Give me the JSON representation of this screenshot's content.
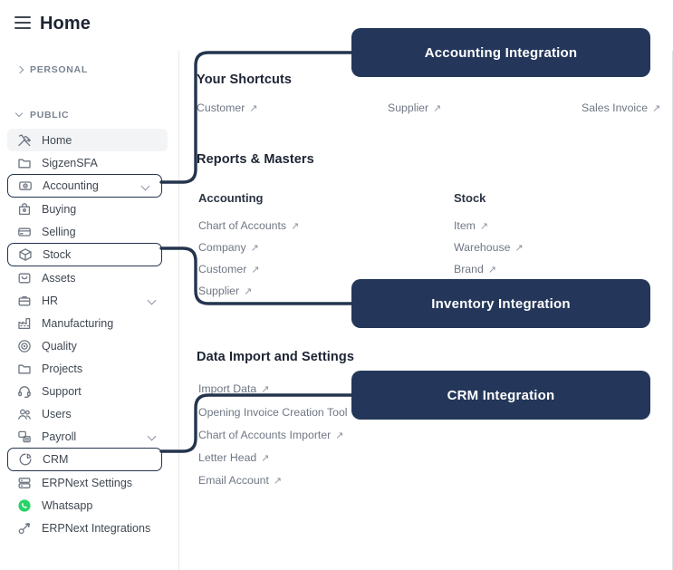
{
  "header": {
    "title": "Home",
    "menu_icon": "hamburger-icon"
  },
  "sidebar": {
    "groups": [
      {
        "label": "PERSONAL",
        "collapsed": true
      },
      {
        "label": "PUBLIC",
        "collapsed": false
      }
    ],
    "items": [
      {
        "label": "Home",
        "icon": "tools-icon",
        "state": "active"
      },
      {
        "label": "SigzenSFA",
        "icon": "folder-icon",
        "state": "normal"
      },
      {
        "label": "Accounting",
        "icon": "cash-icon",
        "state": "outlined",
        "caret": true
      },
      {
        "label": "Buying",
        "icon": "bag-icon",
        "state": "normal"
      },
      {
        "label": "Selling",
        "icon": "card-icon",
        "state": "normal"
      },
      {
        "label": "Stock",
        "icon": "box-icon",
        "state": "outlined"
      },
      {
        "label": "Assets",
        "icon": "asset-icon",
        "state": "normal"
      },
      {
        "label": "HR",
        "icon": "briefcase-icon",
        "state": "normal",
        "caret": true
      },
      {
        "label": "Manufacturing",
        "icon": "factory-icon",
        "state": "normal"
      },
      {
        "label": "Quality",
        "icon": "target-icon",
        "state": "normal"
      },
      {
        "label": "Projects",
        "icon": "folder-icon",
        "state": "normal"
      },
      {
        "label": "Support",
        "icon": "headset-icon",
        "state": "normal"
      },
      {
        "label": "Users",
        "icon": "users-icon",
        "state": "normal"
      },
      {
        "label": "Payroll",
        "icon": "payroll-icon",
        "state": "normal",
        "caret": true
      },
      {
        "label": "CRM",
        "icon": "pie-icon",
        "state": "outlined"
      },
      {
        "label": "ERPNext Settings",
        "icon": "server-icon",
        "state": "normal"
      },
      {
        "label": "Whatsapp",
        "icon": "whatsapp-icon",
        "state": "normal"
      },
      {
        "label": "ERPNext Integrations",
        "icon": "integration-icon",
        "state": "normal"
      }
    ]
  },
  "main": {
    "shortcuts": {
      "title": "Your Shortcuts",
      "items": [
        "Customer",
        "Supplier",
        "Sales Invoice"
      ]
    },
    "reports": {
      "title": "Reports & Masters",
      "columns": [
        {
          "title": "Accounting",
          "items": [
            "Chart of Accounts",
            "Company",
            "Customer",
            "Supplier"
          ]
        },
        {
          "title": "Stock",
          "items": [
            "Item",
            "Warehouse",
            "Brand"
          ]
        }
      ]
    },
    "data_import": {
      "title": "Data Import and Settings",
      "items": [
        "Import Data",
        "Opening Invoice Creation Tool",
        "Chart of Accounts Importer",
        "Letter Head",
        "Email Account"
      ]
    },
    "link_arrow": "↗"
  },
  "callouts": [
    {
      "label": "Accounting Integration",
      "source": "Accounting"
    },
    {
      "label": "Inventory Integration",
      "source": "Stock"
    },
    {
      "label": "CRM Integration",
      "source": "CRM"
    }
  ],
  "colors": {
    "callout_bg": "#24375a",
    "callout_text": "#ffffff",
    "outline": "#24344d",
    "connector": "#24344d",
    "sidebar_active": "#f3f4f6",
    "whatsapp_green": "#25d366",
    "text_primary": "#1d2433",
    "text_muted": "#6f7784"
  }
}
